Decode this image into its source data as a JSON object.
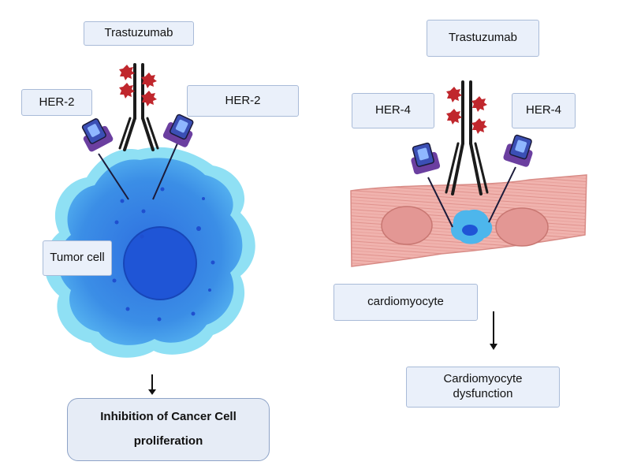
{
  "left_panel": {
    "drug_label": "Trastuzumab",
    "receptor_left_label": "HER-2",
    "receptor_right_label": "HER-2",
    "cell_label": "Tumor cell",
    "outcome_line1": "Inhibition of Cancer Cell",
    "outcome_line2": "proliferation"
  },
  "right_panel": {
    "drug_label": "Trastuzumab",
    "receptor_left_label": "HER-4",
    "receptor_right_label": "HER-4",
    "cell_label": "cardiomyocyte",
    "outcome_line1": "Cardiomyocyte",
    "outcome_line2": "dysfunction"
  },
  "colors": {
    "label_fill": "#eaf0fa",
    "label_border": "#a9bbd8",
    "tumor_cell": "#3d8fe0",
    "tumor_nucleus": "#1f55d6",
    "receptor": "#6b3fa0",
    "antibody": "#1b1b1b",
    "drug_payload": "#c0272d",
    "cardiomyocyte": "#e9a6a2"
  }
}
